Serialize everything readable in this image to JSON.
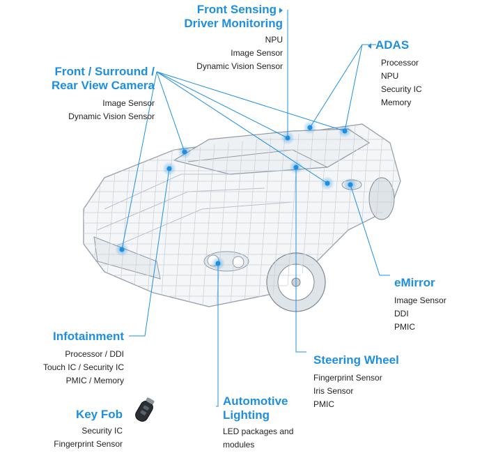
{
  "colors": {
    "accent": "#1e8fe0",
    "text": "#222222",
    "wire": "#b9c2cb"
  },
  "groups": {
    "front_sensing": {
      "title_1": "Front Sensing",
      "title_2": "Driver Monitoring",
      "items": [
        "NPU",
        "Image Sensor",
        "Dynamic Vision Sensor"
      ]
    },
    "adas": {
      "title": "ADAS",
      "items": [
        "Processor",
        "NPU",
        "Security IC",
        "Memory"
      ]
    },
    "camera": {
      "title_1": "Front / Surround /",
      "title_2": "Rear View Camera",
      "items": [
        "Image Sensor",
        "Dynamic Vision Sensor"
      ]
    },
    "emirror": {
      "title": "eMirror",
      "items": [
        "Image Sensor",
        "DDI",
        "PMIC"
      ]
    },
    "infotainment": {
      "title": "Infotainment",
      "items": [
        "Processor / DDI",
        "Touch IC / Security IC",
        "PMIC / Memory"
      ]
    },
    "steering": {
      "title": "Steering Wheel",
      "items": [
        "Fingerprint Sensor",
        "Iris Sensor",
        "PMIC"
      ]
    },
    "keyfob": {
      "title": "Key Fob",
      "items": [
        "Security IC",
        "Fingerprint Sensor"
      ]
    },
    "lighting": {
      "title_1": "Automotive",
      "title_2": "Lighting",
      "items": [
        "LED packages and",
        "modules"
      ]
    }
  }
}
